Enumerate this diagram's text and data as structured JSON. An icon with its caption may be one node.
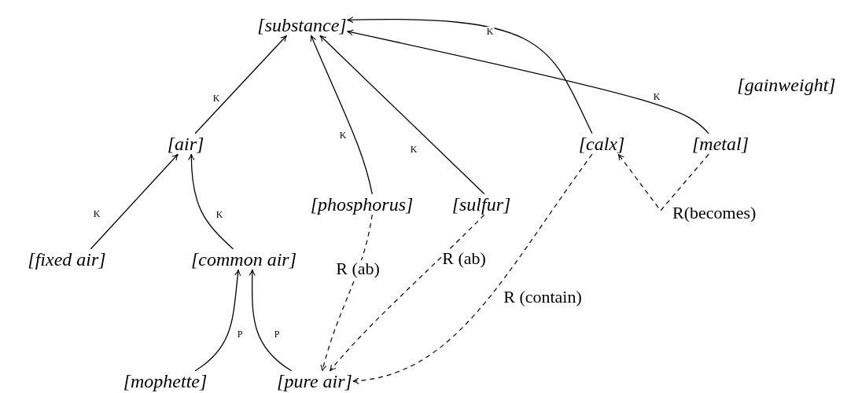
{
  "diagram": {
    "nodes": [
      {
        "text": [
          "[substance]"
        ]
      },
      {
        "text": [
          "[air]"
        ]
      },
      {
        "text": [
          "[calx]"
        ]
      },
      {
        "text": [
          "[metal]"
        ]
      },
      {
        "text": [
          "[phosphorus]"
        ]
      },
      {
        "text": [
          "[sulfur]"
        ]
      },
      {
        "text": [
          "[fixed air]"
        ]
      },
      {
        "text": [
          "[common air]"
        ]
      },
      {
        "text": [
          "[mophette]"
        ]
      },
      {
        "text": [
          "[pure air]"
        ]
      }
    ],
    "edges": [
      {
        "from": 1,
        "to": 0,
        "arrow": "to",
        "label": "K"
      },
      {
        "from": 4,
        "to": 0,
        "arrow": "to",
        "label": "K"
      },
      {
        "from": 5,
        "to": 0,
        "arrow": "to",
        "label": "K"
      },
      {
        "from": 2,
        "to": 0,
        "arrow": "to",
        "label": "K"
      },
      {
        "from": 3,
        "to": 0,
        "arrow": "to",
        "label": "K"
      },
      {
        "from": 6,
        "to": 1,
        "arrow": "to",
        "label": "K"
      },
      {
        "from": 7,
        "to": 1,
        "arrow": "to",
        "label": "K"
      },
      {
        "from": 8,
        "to": 7,
        "arrow": "to",
        "label": "P"
      },
      {
        "from": 9,
        "to": 7,
        "arrow": "to",
        "label": "P"
      },
      {
        "from": 4,
        "to": 9,
        "arrow": "to",
        "label": "R (ab)",
        "style": "dashed"
      },
      {
        "from": 5,
        "to": 9,
        "arrow": "to",
        "label": "R (ab)",
        "style": "dashed"
      },
      {
        "from": 2,
        "to": 9,
        "arrow": "to",
        "label": "R (contain)",
        "style": "dashed"
      },
      {
        "from": 3,
        "to": 2,
        "arrow": "to",
        "label": "R(becomes)",
        "style": "dashed"
      }
    ],
    "labels": [
      "[gainweight]"
    ]
  }
}
